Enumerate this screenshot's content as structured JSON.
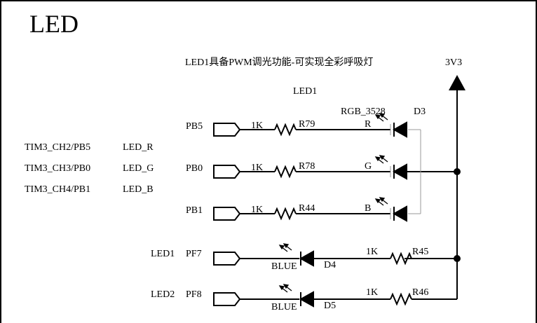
{
  "title": "LED",
  "header_note": "LED1具备PWM调光功能-可实现全彩呼吸灯",
  "power_label": "3V3",
  "led1_label": "LED1",
  "rgb_part": "RGB_3528",
  "rgb_designator": "D3",
  "mapping": [
    {
      "pin": "TIM3_CH2/PB5",
      "net": "LED_R"
    },
    {
      "pin": "TIM3_CH3/PB0",
      "net": "LED_G"
    },
    {
      "pin": "TIM3_CH4/PB1",
      "net": "LED_B"
    }
  ],
  "rgb_channels": [
    {
      "port": "PB5",
      "res_value": "1K",
      "res_ref": "R79",
      "channel": "R"
    },
    {
      "port": "PB0",
      "res_value": "1K",
      "res_ref": "R78",
      "channel": "G"
    },
    {
      "port": "PB1",
      "res_value": "1K",
      "res_ref": "R44",
      "channel": "B"
    }
  ],
  "single_leds": [
    {
      "label": "LED1",
      "port": "PF7",
      "color": "BLUE",
      "designator": "D4",
      "res_value": "1K",
      "res_ref": "R45"
    },
    {
      "label": "LED2",
      "port": "PF8",
      "color": "BLUE",
      "designator": "D5",
      "res_value": "1K",
      "res_ref": "R46"
    }
  ]
}
